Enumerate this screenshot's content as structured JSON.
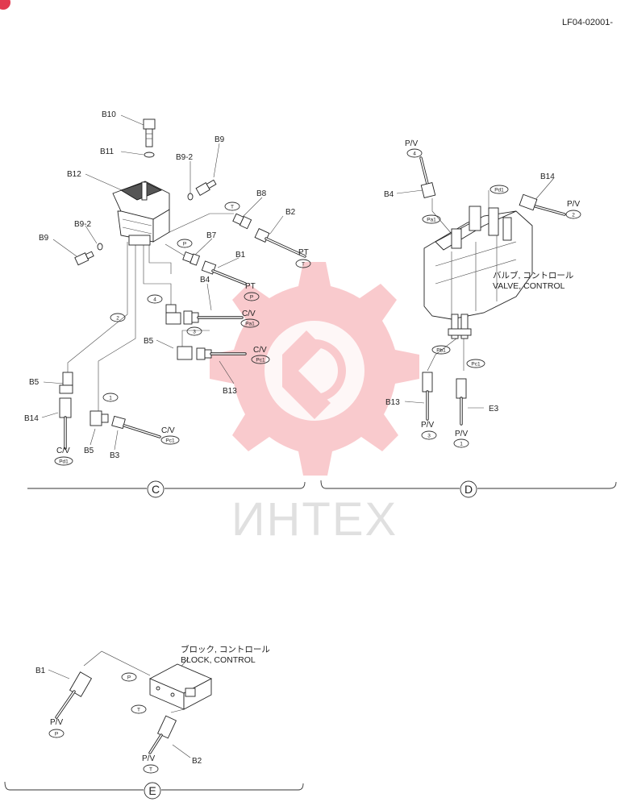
{
  "doc_code": "LF04-02001-",
  "watermark": {
    "text": "ИНТЕХ",
    "color": "#f08a90"
  },
  "ink_color": "#222222",
  "sections": {
    "c": "C",
    "d": "D",
    "e": "E"
  },
  "section_c": {
    "labels": {
      "b10": "B10",
      "b11": "B11",
      "b12": "B12",
      "b9_upper": "B9",
      "b9_2_upper": "B9-2",
      "b9_2_lower": "B9-2",
      "b9_lower": "B9",
      "b8": "B8",
      "b2": "B2",
      "b7": "B7",
      "b1": "B1",
      "b4": "B4",
      "b5_mid": "B5",
      "b5_left": "B5",
      "b5_bottom": "B5",
      "b13": "B13",
      "b14": "B14",
      "b3": "B3",
      "pt_upper": "PT",
      "pt_lower": "PT",
      "cv_pa1": "C/V",
      "cv_pc1": "C/V",
      "cv_pd1": "C/V",
      "cv_pc1_b3": "C/V"
    },
    "ovals": {
      "t_top": "T",
      "p_mid": "P",
      "t_pt": "T",
      "p_pt": "P",
      "four": "4",
      "two": "2",
      "one": "1",
      "three": "3",
      "pa1": "Pa1",
      "pc1": "Pc1",
      "pd1": "Pd1",
      "pc1_b3": "Pc1"
    }
  },
  "section_d": {
    "labels": {
      "pv_top": "P/V",
      "b4": "B4",
      "b14": "B14",
      "pv_right": "P/V",
      "b13": "B13",
      "pv_bottom_left": "P/V",
      "pv_bottom_right": "P/V",
      "e3": "E3",
      "valve_jp": "バルブ, コントロール",
      "valve_en": "VALVE, CONTROL"
    },
    "ovals": {
      "four": "4",
      "pa1": "Pa1",
      "pd1": "Pd1",
      "two": "2",
      "pb1": "Pb1",
      "pc1": "Pc1",
      "three": "3",
      "one": "1"
    }
  },
  "section_e": {
    "labels": {
      "b1": "B1",
      "pv_left": "P/V",
      "pv_bottom": "P/V",
      "b2": "B2",
      "block_jp": "ブロック, コントロール",
      "block_en": "BLOCK, CONTROL"
    },
    "ovals": {
      "p_top": "P",
      "t_mid": "T",
      "p_left": "P",
      "t_bottom": "T"
    }
  }
}
